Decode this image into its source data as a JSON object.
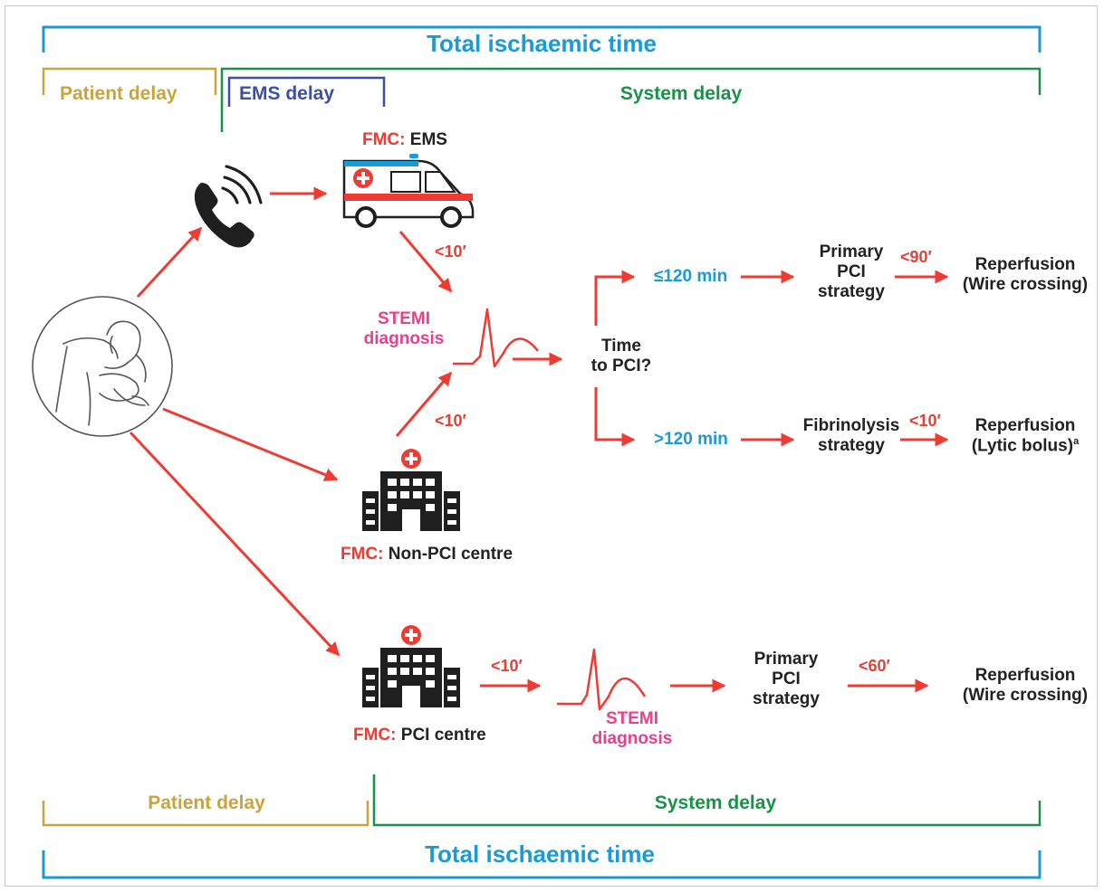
{
  "header": {
    "total_ischaemic_time": "Total ischaemic time",
    "patient_delay": "Patient delay",
    "ems_delay": "EMS delay",
    "system_delay": "System delay"
  },
  "footer": {
    "patient_delay": "Patient delay",
    "system_delay": "System delay",
    "total_ischaemic_time": "Total ischaemic time"
  },
  "nodes": {
    "fmc_prefix": "FMC:",
    "fmc_ems": "EMS",
    "fmc_non_pci": "Non-PCI centre",
    "fmc_pci": "PCI centre",
    "stemi_line1": "STEMI",
    "stemi_line2": "diagnosis",
    "time_to_pci_line1": "Time",
    "time_to_pci_line2": "to PCI?",
    "le120": "≤120 min",
    "gt120": ">120 min",
    "primary_pci": [
      "Primary",
      "PCI",
      "strategy"
    ],
    "fibrinolysis": [
      "Fibrinolysis",
      "strategy"
    ],
    "reperfusion_wire": [
      "Reperfusion",
      "(Wire crossing)"
    ],
    "reperfusion_lytic": [
      "Reperfusion",
      "(Lytic bolus)"
    ],
    "lytic_superscript": "a"
  },
  "times": {
    "ems_to_dx": "<10′",
    "nonpci_to_dx": "<10′",
    "pci_to_dx": "<10′",
    "pci_to_reperfusion_top": "<90′",
    "lysis_to_reperfusion": "<10′",
    "pci_to_reperfusion_bottom": "<60′"
  },
  "colors": {
    "blue": "#1a9ad9",
    "gold": "#c9a43c",
    "navy": "#3b4fa8",
    "green": "#159447",
    "red": "#ee3b33",
    "pink": "#e8408a"
  },
  "icons": [
    "phone-icon",
    "ambulance-icon",
    "patient-icon",
    "hospital-icon",
    "ecg-icon"
  ]
}
